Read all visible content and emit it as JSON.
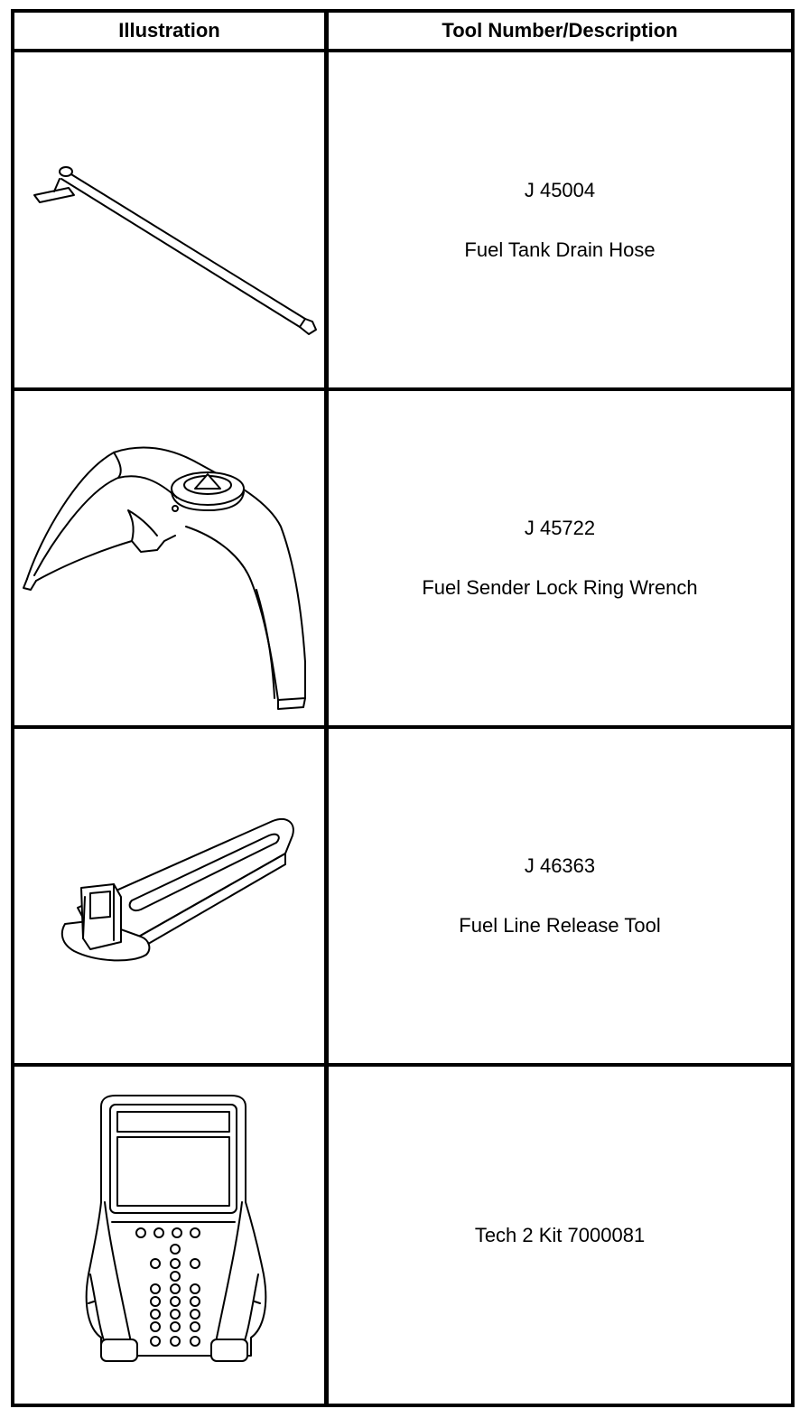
{
  "header": {
    "col1": "Illustration",
    "col2": "Tool Number/Description"
  },
  "rows": [
    {
      "number": "J 45004",
      "description": "Fuel Tank Drain Hose",
      "icon": "drain-hose-illustration"
    },
    {
      "number": "J 45722",
      "description": "Fuel Sender Lock Ring Wrench",
      "icon": "lock-ring-wrench-illustration"
    },
    {
      "number": "J 46363",
      "description": "Fuel Line Release Tool",
      "icon": "release-tool-illustration"
    },
    {
      "number": "",
      "description": "Tech 2 Kit 7000081",
      "icon": "tech2-scanner-illustration"
    }
  ]
}
